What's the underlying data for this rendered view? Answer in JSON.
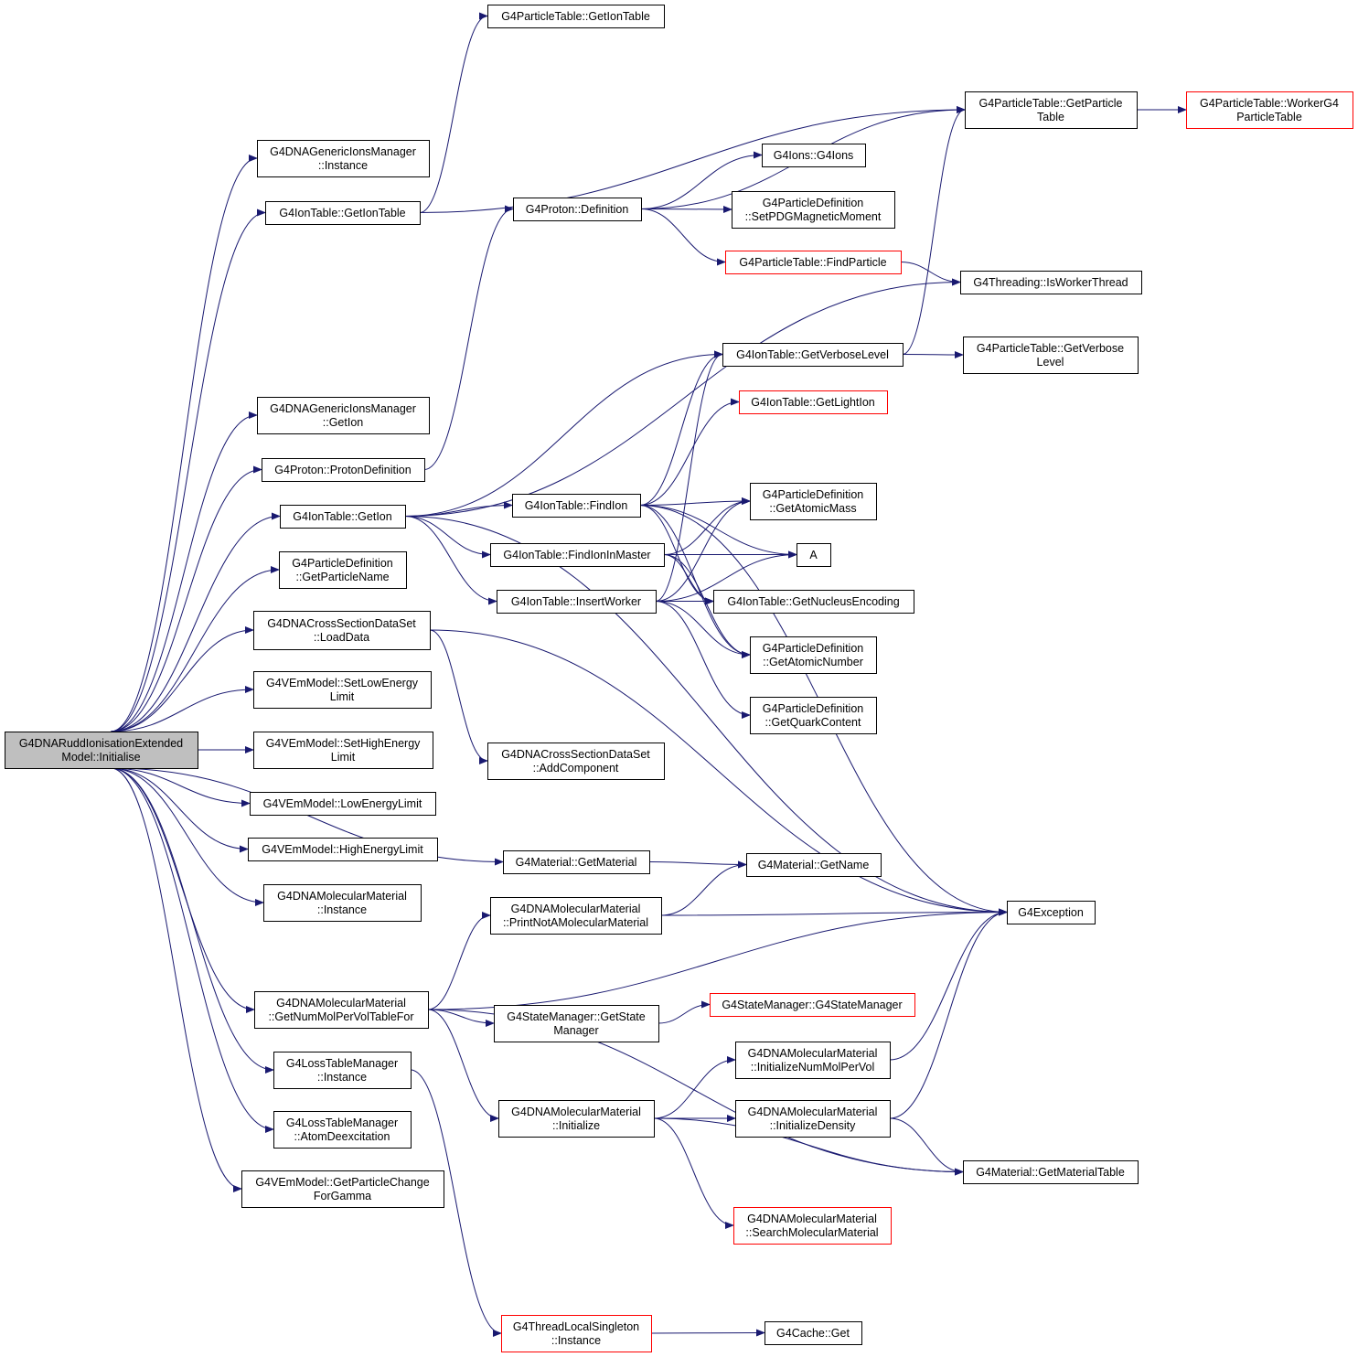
{
  "graph": {
    "colors": {
      "edge": "#191970",
      "node_border": "#000000",
      "truncated_border": "#ff0000",
      "root_fill": "#bfbfbf",
      "background": "#ffffff"
    },
    "nodes": {
      "root": {
        "lines": [
          "G4DNARuddIonisationExtended",
          "Model::Initialise"
        ],
        "kind": "root"
      },
      "gpt_getiontable": {
        "lines": [
          "G4ParticleTable::GetIonTable"
        ]
      },
      "gpt_getparticletable": {
        "lines": [
          "G4ParticleTable::GetParticle",
          "Table"
        ]
      },
      "gpt_workerg4": {
        "lines": [
          "G4ParticleTable::WorkerG4",
          "ParticleTable"
        ],
        "kind": "truncated"
      },
      "gions_instance": {
        "lines": [
          "G4DNAGenericIonsManager",
          "::Instance"
        ]
      },
      "gions_g4ions": {
        "lines": [
          "G4Ions::G4Ions"
        ]
      },
      "iontable_getiontable": {
        "lines": [
          "G4IonTable::GetIonTable"
        ]
      },
      "proton_definition": {
        "lines": [
          "G4Proton::Definition"
        ]
      },
      "pd_setpdgmm": {
        "lines": [
          "G4ParticleDefinition",
          "::SetPDGMagneticMoment"
        ]
      },
      "gpt_findparticle": {
        "lines": [
          "G4ParticleTable::FindParticle"
        ],
        "kind": "truncated"
      },
      "threading_isworker": {
        "lines": [
          "G4Threading::IsWorkerThread"
        ]
      },
      "iontable_getverbose": {
        "lines": [
          "G4IonTable::GetVerboseLevel"
        ]
      },
      "gpt_getverbose": {
        "lines": [
          "G4ParticleTable::GetVerbose",
          "Level"
        ]
      },
      "gions_getion": {
        "lines": [
          "G4DNAGenericIonsManager",
          "::GetIon"
        ]
      },
      "iontable_getlightion": {
        "lines": [
          "G4IonTable::GetLightIon"
        ],
        "kind": "truncated"
      },
      "proton_protondef": {
        "lines": [
          "G4Proton::ProtonDefinition"
        ]
      },
      "iontable_getion": {
        "lines": [
          "G4IonTable::GetIon"
        ]
      },
      "iontable_findion": {
        "lines": [
          "G4IonTable::FindIon"
        ]
      },
      "pd_getatomicmass": {
        "lines": [
          "G4ParticleDefinition",
          "::GetAtomicMass"
        ]
      },
      "iontable_findioninmaster": {
        "lines": [
          "G4IonTable::FindIonInMaster"
        ]
      },
      "a_node": {
        "lines": [
          "A"
        ]
      },
      "pd_getparticlename": {
        "lines": [
          "G4ParticleDefinition",
          "::GetParticleName"
        ]
      },
      "iontable_insertworker": {
        "lines": [
          "G4IonTable::InsertWorker"
        ]
      },
      "iontable_getnucleusenc": {
        "lines": [
          "G4IonTable::GetNucleusEncoding"
        ]
      },
      "cs_loaddata": {
        "lines": [
          "G4DNACrossSectionDataSet",
          "::LoadData"
        ]
      },
      "pd_getatomicnumber": {
        "lines": [
          "G4ParticleDefinition",
          "::GetAtomicNumber"
        ]
      },
      "vem_setlow": {
        "lines": [
          "G4VEmModel::SetLowEnergy",
          "Limit"
        ]
      },
      "pd_getquark": {
        "lines": [
          "G4ParticleDefinition",
          "::GetQuarkContent"
        ]
      },
      "vem_sethigh": {
        "lines": [
          "G4VEmModel::SetHighEnergy",
          "Limit"
        ]
      },
      "cs_addcomponent": {
        "lines": [
          "G4DNACrossSectionDataSet",
          "::AddComponent"
        ]
      },
      "vem_lowlimit": {
        "lines": [
          "G4VEmModel::LowEnergyLimit"
        ]
      },
      "vem_highlimit": {
        "lines": [
          "G4VEmModel::HighEnergyLimit"
        ]
      },
      "mat_getmaterial": {
        "lines": [
          "G4Material::GetMaterial"
        ]
      },
      "mat_getname": {
        "lines": [
          "G4Material::GetName"
        ]
      },
      "mm_instance": {
        "lines": [
          "G4DNAMolecularMaterial",
          "::Instance"
        ]
      },
      "mm_printnot": {
        "lines": [
          "G4DNAMolecularMaterial",
          "::PrintNotAMolecularMaterial"
        ]
      },
      "g4exception": {
        "lines": [
          "G4Exception"
        ]
      },
      "mm_getnummol": {
        "lines": [
          "G4DNAMolecularMaterial",
          "::GetNumMolPerVolTableFor"
        ]
      },
      "sm_getstate": {
        "lines": [
          "G4StateManager::GetState",
          "Manager"
        ]
      },
      "sm_ctor": {
        "lines": [
          "G4StateManager::G4StateManager"
        ],
        "kind": "truncated"
      },
      "mm_initnummol": {
        "lines": [
          "G4DNAMolecularMaterial",
          "::InitializeNumMolPerVol"
        ]
      },
      "ltm_instance": {
        "lines": [
          "G4LossTableManager",
          "::Instance"
        ]
      },
      "mm_initialize": {
        "lines": [
          "G4DNAMolecularMaterial",
          "::Initialize"
        ]
      },
      "mm_initdensity": {
        "lines": [
          "G4DNAMolecularMaterial",
          "::InitializeDensity"
        ]
      },
      "ltm_atomdeex": {
        "lines": [
          "G4LossTableManager",
          "::AtomDeexcitation"
        ]
      },
      "mat_gettable": {
        "lines": [
          "G4Material::GetMaterialTable"
        ]
      },
      "vem_getpcgamma": {
        "lines": [
          "G4VEmModel::GetParticleChange",
          "ForGamma"
        ]
      },
      "mm_searchmol": {
        "lines": [
          "G4DNAMolecularMaterial",
          "::SearchMolecularMaterial"
        ],
        "kind": "truncated"
      },
      "tls_instance": {
        "lines": [
          "G4ThreadLocalSingleton",
          "::Instance"
        ],
        "kind": "truncated"
      },
      "cache_get": {
        "lines": [
          "G4Cache::Get"
        ]
      }
    },
    "edges": [
      [
        "root",
        "gions_instance"
      ],
      [
        "root",
        "iontable_getiontable"
      ],
      [
        "root",
        "gions_getion"
      ],
      [
        "root",
        "proton_protondef"
      ],
      [
        "root",
        "iontable_getion"
      ],
      [
        "root",
        "pd_getparticlename"
      ],
      [
        "root",
        "cs_loaddata"
      ],
      [
        "root",
        "vem_setlow"
      ],
      [
        "root",
        "vem_sethigh"
      ],
      [
        "root",
        "vem_lowlimit"
      ],
      [
        "root",
        "vem_highlimit"
      ],
      [
        "root",
        "mm_instance"
      ],
      [
        "root",
        "mat_getmaterial"
      ],
      [
        "root",
        "mm_getnummol"
      ],
      [
        "root",
        "ltm_instance"
      ],
      [
        "root",
        "ltm_atomdeex"
      ],
      [
        "root",
        "vem_getpcgamma"
      ],
      [
        "iontable_getiontable",
        "gpt_getiontable"
      ],
      [
        "iontable_getiontable",
        "gpt_getparticletable"
      ],
      [
        "gpt_getparticletable",
        "gpt_workerg4"
      ],
      [
        "proton_protondef",
        "proton_definition"
      ],
      [
        "proton_definition",
        "gpt_getparticletable"
      ],
      [
        "proton_definition",
        "gions_g4ions"
      ],
      [
        "proton_definition",
        "pd_setpdgmm"
      ],
      [
        "proton_definition",
        "gpt_findparticle"
      ],
      [
        "gpt_findparticle",
        "threading_isworker"
      ],
      [
        "iontable_getverbose",
        "gpt_getparticletable"
      ],
      [
        "iontable_getverbose",
        "gpt_getverbose"
      ],
      [
        "iontable_getion",
        "threading_isworker"
      ],
      [
        "iontable_getion",
        "iontable_getverbose"
      ],
      [
        "iontable_getion",
        "iontable_findion"
      ],
      [
        "iontable_getion",
        "iontable_findioninmaster"
      ],
      [
        "iontable_getion",
        "iontable_insertworker"
      ],
      [
        "iontable_getion",
        "g4exception"
      ],
      [
        "iontable_findion",
        "iontable_getverbose"
      ],
      [
        "iontable_findion",
        "iontable_getlightion"
      ],
      [
        "iontable_findion",
        "g4exception"
      ],
      [
        "iontable_findion",
        "pd_getatomicmass"
      ],
      [
        "iontable_findion",
        "a_node"
      ],
      [
        "iontable_findion",
        "iontable_getnucleusenc"
      ],
      [
        "iontable_findion",
        "pd_getatomicnumber"
      ],
      [
        "iontable_findioninmaster",
        "a_node"
      ],
      [
        "iontable_findioninmaster",
        "pd_getatomicmass"
      ],
      [
        "iontable_findioninmaster",
        "iontable_getnucleusenc"
      ],
      [
        "iontable_findioninmaster",
        "pd_getatomicnumber"
      ],
      [
        "iontable_insertworker",
        "iontable_getverbose"
      ],
      [
        "iontable_insertworker",
        "pd_getatomicmass"
      ],
      [
        "iontable_insertworker",
        "a_node"
      ],
      [
        "iontable_insertworker",
        "iontable_getnucleusenc"
      ],
      [
        "iontable_insertworker",
        "pd_getatomicnumber"
      ],
      [
        "iontable_insertworker",
        "pd_getquark"
      ],
      [
        "cs_loaddata",
        "cs_addcomponent"
      ],
      [
        "cs_loaddata",
        "g4exception"
      ],
      [
        "mat_getmaterial",
        "mat_getname"
      ],
      [
        "mm_printnot",
        "mat_getname"
      ],
      [
        "mm_printnot",
        "g4exception"
      ],
      [
        "mm_getnummol",
        "mm_printnot"
      ],
      [
        "mm_getnummol",
        "g4exception"
      ],
      [
        "mm_getnummol",
        "sm_getstate"
      ],
      [
        "mm_getnummol",
        "mm_initialize"
      ],
      [
        "mm_getnummol",
        "mat_gettable"
      ],
      [
        "sm_getstate",
        "sm_ctor"
      ],
      [
        "mm_initialize",
        "mm_initnummol"
      ],
      [
        "mm_initialize",
        "mm_initdensity"
      ],
      [
        "mm_initialize",
        "mat_gettable"
      ],
      [
        "mm_initialize",
        "mm_searchmol"
      ],
      [
        "mm_initnummol",
        "g4exception"
      ],
      [
        "mm_initdensity",
        "g4exception"
      ],
      [
        "mm_initdensity",
        "mat_gettable"
      ],
      [
        "ltm_instance",
        "tls_instance"
      ],
      [
        "tls_instance",
        "cache_get"
      ]
    ]
  }
}
